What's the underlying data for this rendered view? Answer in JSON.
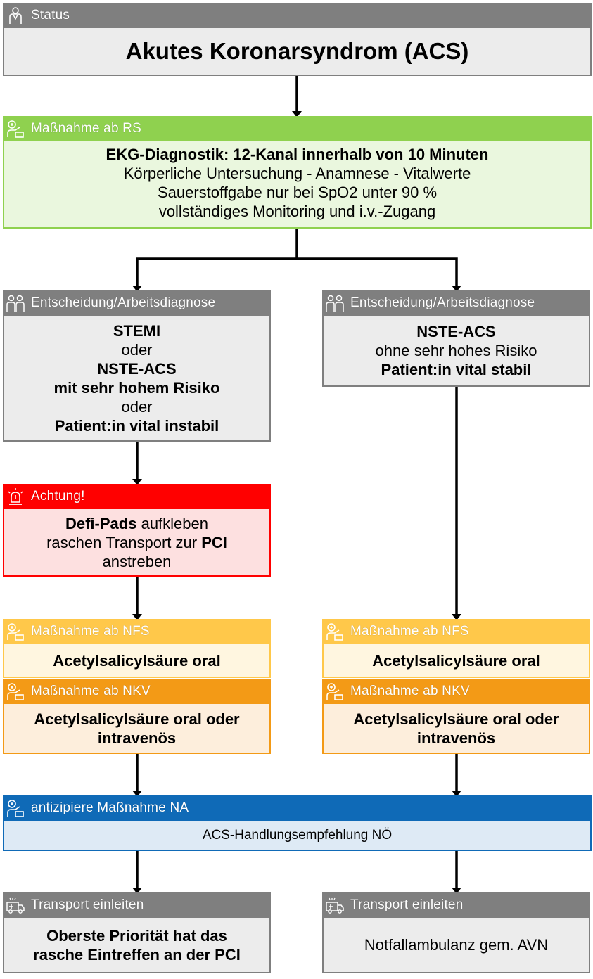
{
  "status": {
    "header": "Status",
    "icon": "person-icon",
    "title": "Akutes Koronarsyndrom (ACS)"
  },
  "rs": {
    "header": "Maßnahme ab RS",
    "icon": "medic-icon",
    "line1": "EKG-Diagnostik: 12-Kanal innerhalb von 10 Minuten",
    "line2": "Körperliche Untersuchung - Anamnese - Vitalwerte",
    "line3": "Sauerstoffgabe nur bei SpO2 unter 90 %",
    "line4": "vollständiges Monitoring und i.v.-Zugang"
  },
  "decision_left": {
    "header": "Entscheidung/Arbeitsdiagnose",
    "icon": "decision-icon",
    "line1": "STEMI",
    "line2": "oder",
    "line3": "NSTE-ACS",
    "line4": "mit sehr hohem Risiko",
    "line5": "oder",
    "line6": "Patient:in vital instabil"
  },
  "decision_right": {
    "header": "Entscheidung/Arbeitsdiagnose",
    "icon": "decision-icon",
    "line1": "NSTE-ACS",
    "line2": "ohne sehr hohes Risiko",
    "line3": "Patient:in vital stabil"
  },
  "warning": {
    "header": "Achtung!",
    "icon": "siren-icon",
    "line1_bold": "Defi-Pads",
    "line1_rest": " aufkleben",
    "line2_rest": "raschen Transport zur ",
    "line2_bold": "PCI",
    "line3": "anstreben"
  },
  "nfs_left": {
    "header": "Maßnahme ab NFS",
    "icon": "medic-icon",
    "text": "Acetylsalicylsäure oral"
  },
  "nkv_left": {
    "header": "Maßnahme ab NKV",
    "icon": "medic-icon",
    "line1": "Acetylsalicylsäure oral oder",
    "line2": "intravenös"
  },
  "nfs_right": {
    "header": "Maßnahme ab NFS",
    "icon": "medic-icon",
    "text": "Acetylsalicylsäure oral"
  },
  "nkv_right": {
    "header": "Maßnahme ab NKV",
    "icon": "medic-icon",
    "line1": "Acetylsalicylsäure oral oder",
    "line2": "intravenös"
  },
  "na": {
    "header": "antizipiere Maßnahme NA",
    "icon": "medic-icon",
    "text": "ACS-Handlungsempfehlung NÖ"
  },
  "transport_left": {
    "header": "Transport einleiten",
    "icon": "ambulance-icon",
    "line1": "Oberste Priorität hat das",
    "line2": "rasche Eintreffen an der PCI"
  },
  "transport_right": {
    "header": "Transport einleiten",
    "icon": "ambulance-icon",
    "text": "Notfallambulanz gem. AVN"
  }
}
